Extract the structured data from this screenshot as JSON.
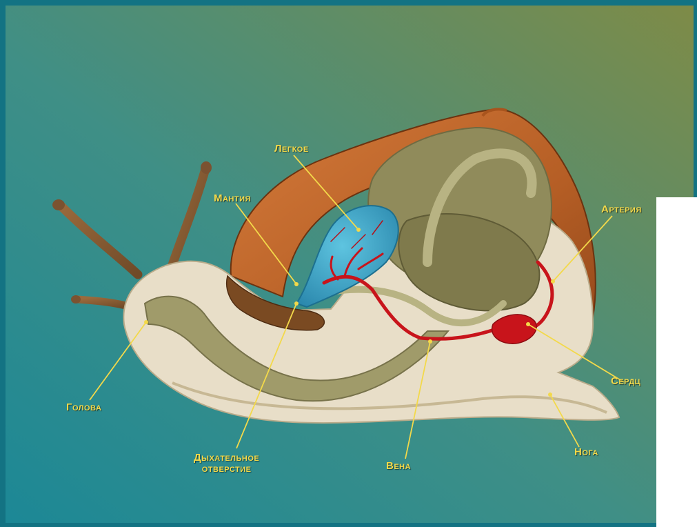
{
  "diagram": {
    "labels": {
      "lung": "Легкое",
      "mantle": "Мантия",
      "artery": "Артерия",
      "head": "Голова",
      "heart": "Сердц",
      "breathing_hole_line1": "Дыхательное",
      "breathing_hole_line2": "отверстие",
      "vein": "Вена",
      "foot": "Нога"
    }
  },
  "colors": {
    "background_top_left": "#1f8a95",
    "background_bottom_right": "#7c8a45",
    "frame": "#137383",
    "label_text": "#f3d94a",
    "shell": "#c0692e",
    "body": "#e9dfc9",
    "organs": "#8f8c5a",
    "lung": "#3fa6c8",
    "blood_vessels": "#c8141b"
  }
}
